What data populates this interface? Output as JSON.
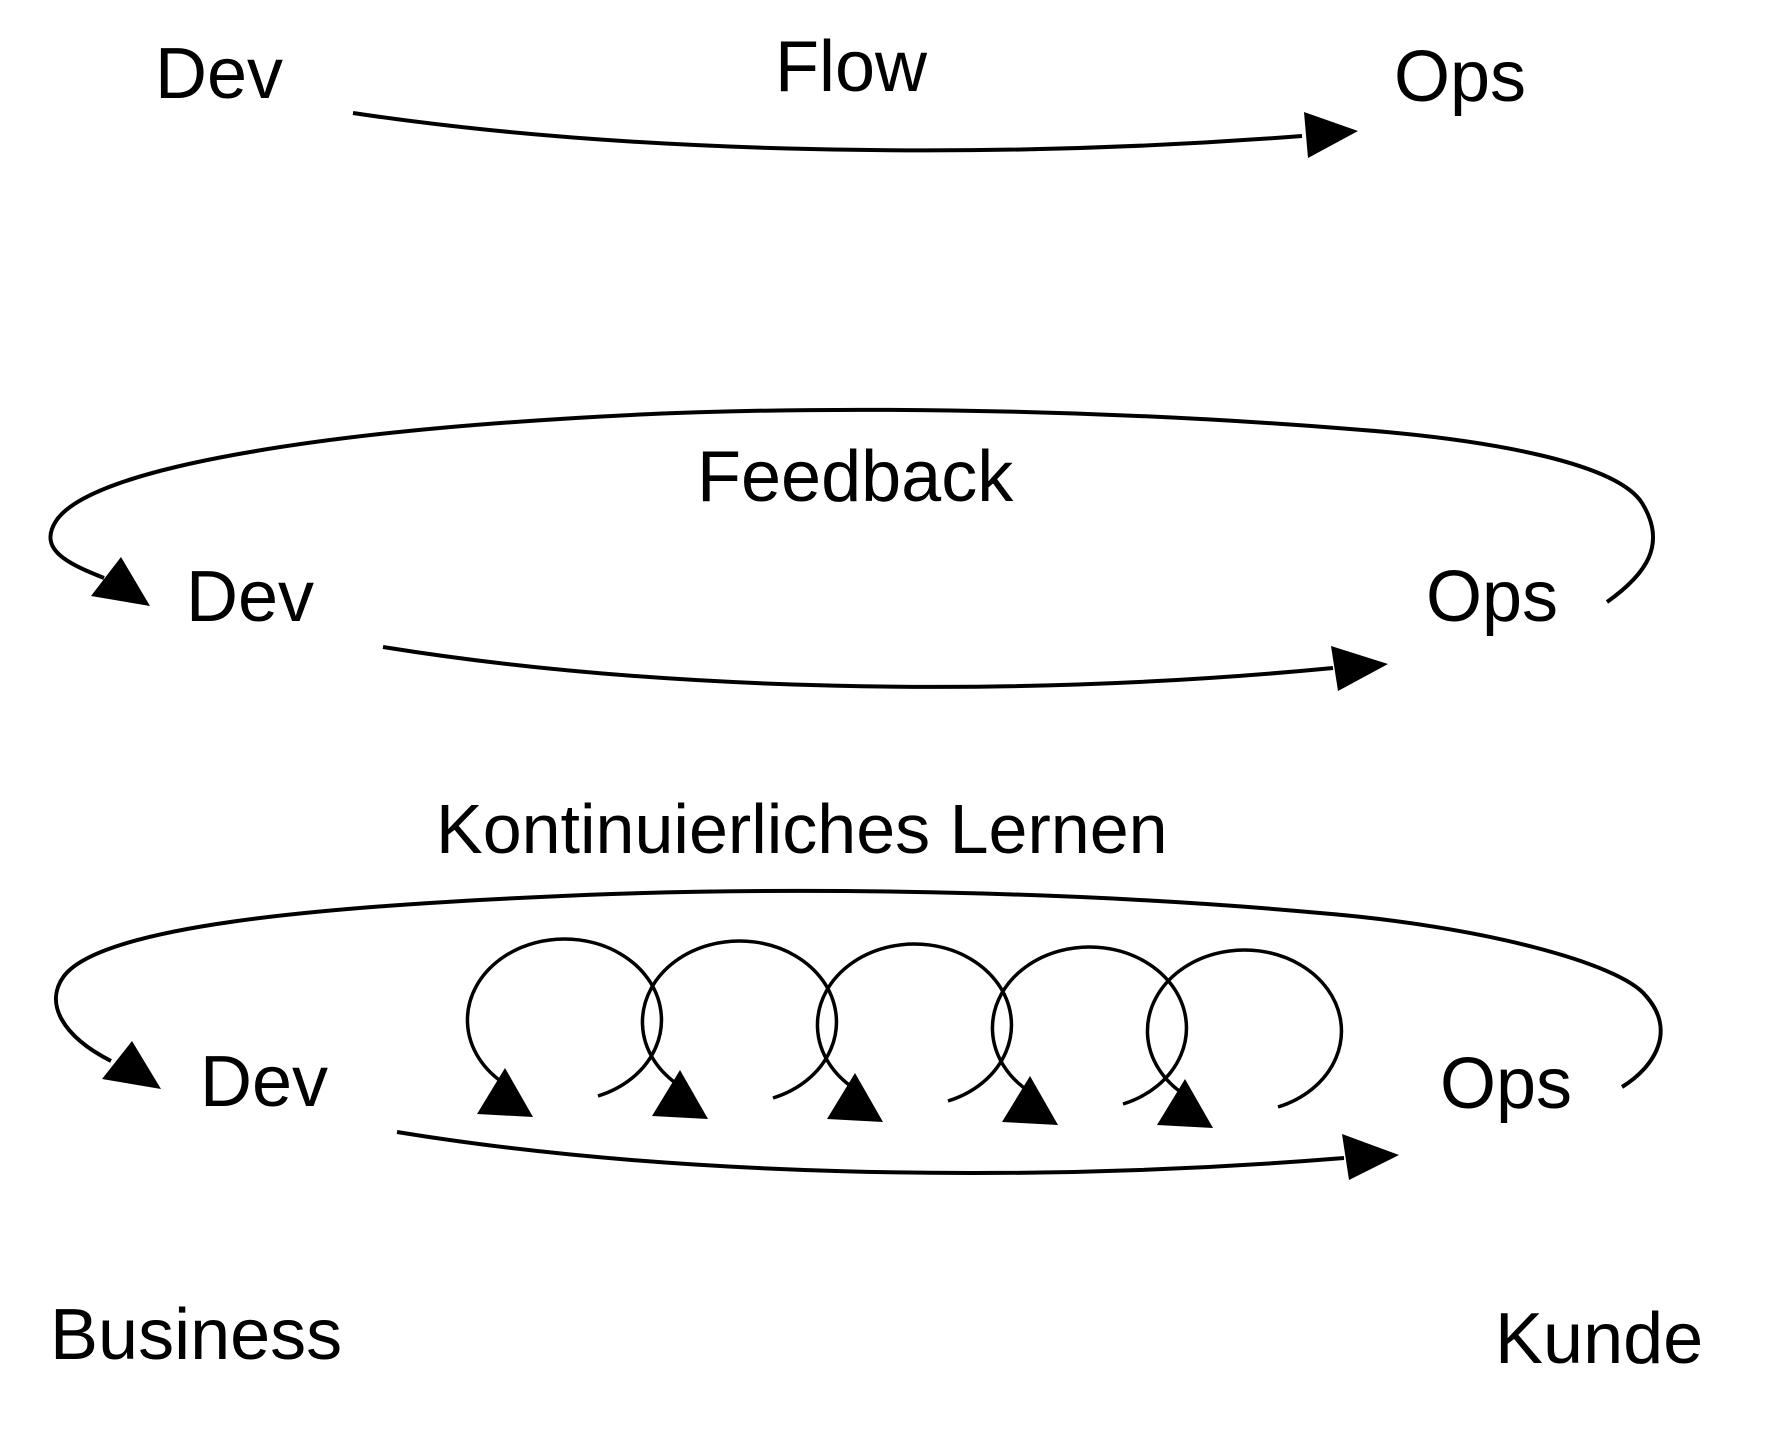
{
  "colors": {
    "ink": "#000000",
    "background": "#ffffff"
  },
  "sections": {
    "flow": {
      "title": "Flow",
      "left_label": "Dev",
      "right_label": "Ops"
    },
    "feedback": {
      "title": "Feedback",
      "left_label": "Dev",
      "right_label": "Ops"
    },
    "learning": {
      "title": "Kontinuierliches Lernen",
      "left_label": "Dev",
      "right_label": "Ops"
    },
    "footer": {
      "left_label": "Business",
      "right_label": "Kunde"
    }
  }
}
